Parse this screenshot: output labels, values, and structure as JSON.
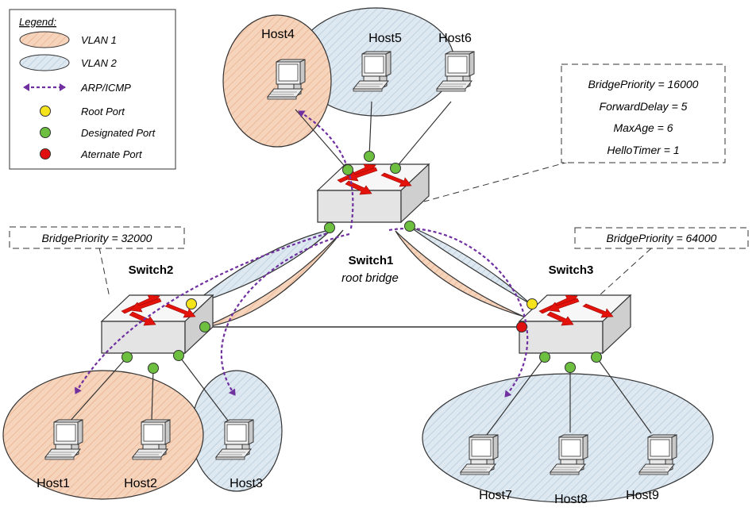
{
  "legend": {
    "title": "Legend:",
    "vlan1": "VLAN 1",
    "vlan2": "VLAN 2",
    "arp": "ARP/ICMP",
    "root_port": "Root Port",
    "designated_port": "Designated Port",
    "alternate_port": "Aternate Port"
  },
  "colors": {
    "vlan1_fill": "#f6d3bb",
    "vlan1_hatch": "#e9b08c",
    "vlan2_fill": "#dde8f1",
    "vlan2_hatch": "#b6c9d8",
    "arp": "#7030a0",
    "root_port": "#f5e31c",
    "designated_port": "#6cbf3f",
    "alternate_port": "#e01010",
    "switch_arrow": "#e3120b"
  },
  "switches": {
    "s1": {
      "name": "Switch1",
      "role": "root bridge"
    },
    "s2": {
      "name": "Switch2"
    },
    "s3": {
      "name": "Switch3"
    }
  },
  "boxes": {
    "s1_priority": "BridgePriority = 16000",
    "s1_forward_delay": "ForwardDelay = 5",
    "s1_max_age": "MaxAge = 6",
    "s1_hello": "HelloTimer = 1",
    "s2_priority": "BridgePriority = 32000",
    "s3_priority": "BridgePriority = 64000"
  },
  "hosts": {
    "h1": "Host1",
    "h2": "Host2",
    "h3": "Host3",
    "h4": "Host4",
    "h5": "Host5",
    "h6": "Host6",
    "h7": "Host7",
    "h8": "Host8",
    "h9": "Host9"
  }
}
